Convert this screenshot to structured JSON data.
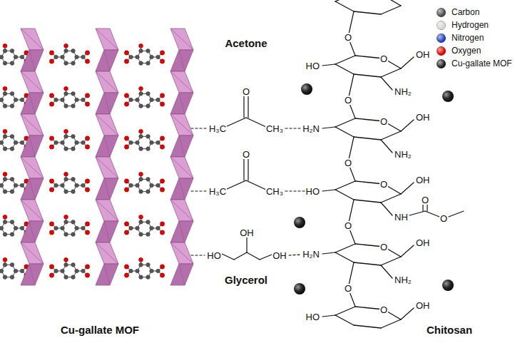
{
  "diagram": {
    "labels": [
      "Acetone",
      "O",
      "HO",
      "O",
      "OH",
      "O",
      "NH₂",
      "O",
      "H₃C",
      "CH₃",
      "H₂N",
      "O",
      "OH",
      "O",
      "NH₂",
      "O",
      "OH",
      "O",
      "H₃C",
      "CH₃",
      "HO",
      "O",
      "NH",
      "O",
      "O",
      "OH",
      "OH",
      "O",
      "HO",
      "OH",
      "H₂N",
      "Glycerol",
      "NH₂",
      "O",
      "OH",
      "O",
      "HO",
      "Cu-gallate MOF",
      "Chitosan"
    ],
    "legend": [
      {
        "text": "Carbon",
        "color": "#4a4a4a"
      },
      {
        "text": "Hydrogen",
        "color": "#d4d4d4"
      },
      {
        "text": "Nitrogen",
        "color": "#1f3fbf"
      },
      {
        "text": "Oxygen",
        "color": "#e00000"
      },
      {
        "text": "Cu-gallate MOF",
        "color": "#1a1a1a"
      }
    ]
  }
}
